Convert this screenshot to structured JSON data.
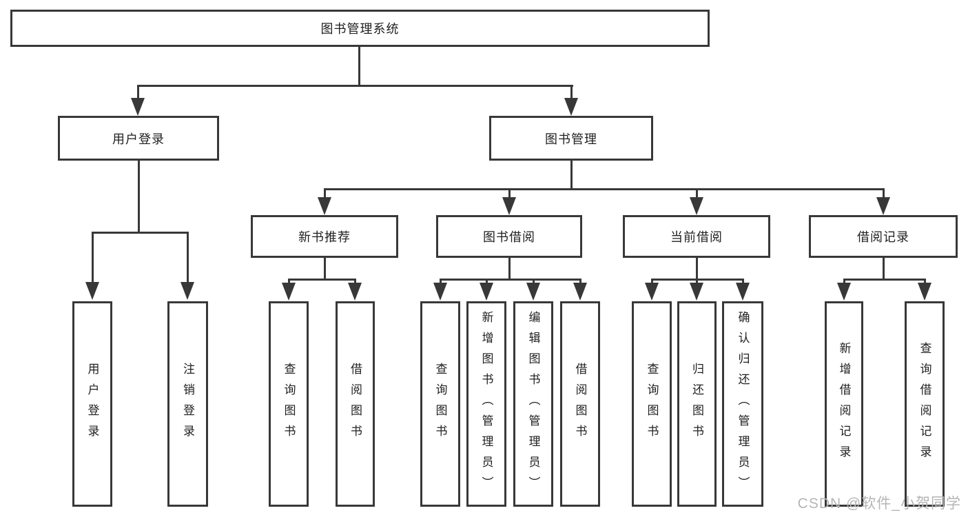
{
  "diagram": {
    "type": "hierarchy-tree",
    "watermark": "CSDN @软件_小贺同学",
    "colors": {
      "line": "#383838",
      "text": "#1f1f1f",
      "watermark": "#b5b5b5",
      "background": "#ffffff"
    },
    "tree": {
      "root": {
        "label": "图书管理系统"
      },
      "login": {
        "label": "用户登录",
        "children": [
          {
            "label": "用户登录"
          },
          {
            "label": "注销登录"
          }
        ]
      },
      "mgmt": {
        "label": "图书管理"
      },
      "newbook": {
        "label": "新书推荐",
        "children": [
          {
            "label": "查询图书"
          },
          {
            "label": "借阅图书"
          }
        ]
      },
      "borrow": {
        "label": "图书借阅",
        "children": [
          {
            "label": "查询图书"
          },
          {
            "label": "新增图书（管理员）"
          },
          {
            "label": "编辑图书（管理员）"
          },
          {
            "label": "借阅图书"
          }
        ]
      },
      "current": {
        "label": "当前借阅",
        "children": [
          {
            "label": "查询图书"
          },
          {
            "label": "归还图书"
          },
          {
            "label": "确认归还（管理员）"
          }
        ]
      },
      "records": {
        "label": "借阅记录",
        "children": [
          {
            "label": "新增借阅记录"
          },
          {
            "label": "查询借阅记录"
          }
        ]
      }
    }
  }
}
